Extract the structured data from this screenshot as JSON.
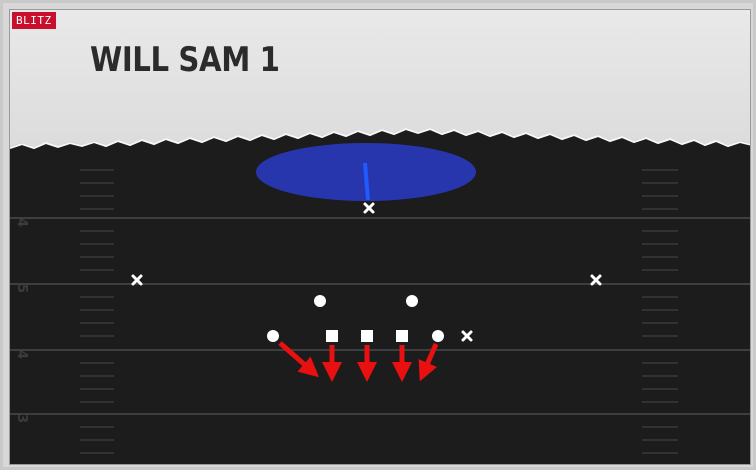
{
  "badge": "BLITZ",
  "title": "WILL SAM 1",
  "yard_numbers": [
    "4",
    "5",
    "4",
    "3"
  ],
  "colors": {
    "field": "#1c1c1c",
    "paper": "#e6e6e6",
    "zone": "#2a3dd6",
    "rush_arrow": "#e81010",
    "player": "#ffffff",
    "badge": "#c8102e"
  },
  "icons": {
    "offense_lineman": "white-square",
    "offense_skill": "white-circle",
    "defender": "white-x"
  }
}
